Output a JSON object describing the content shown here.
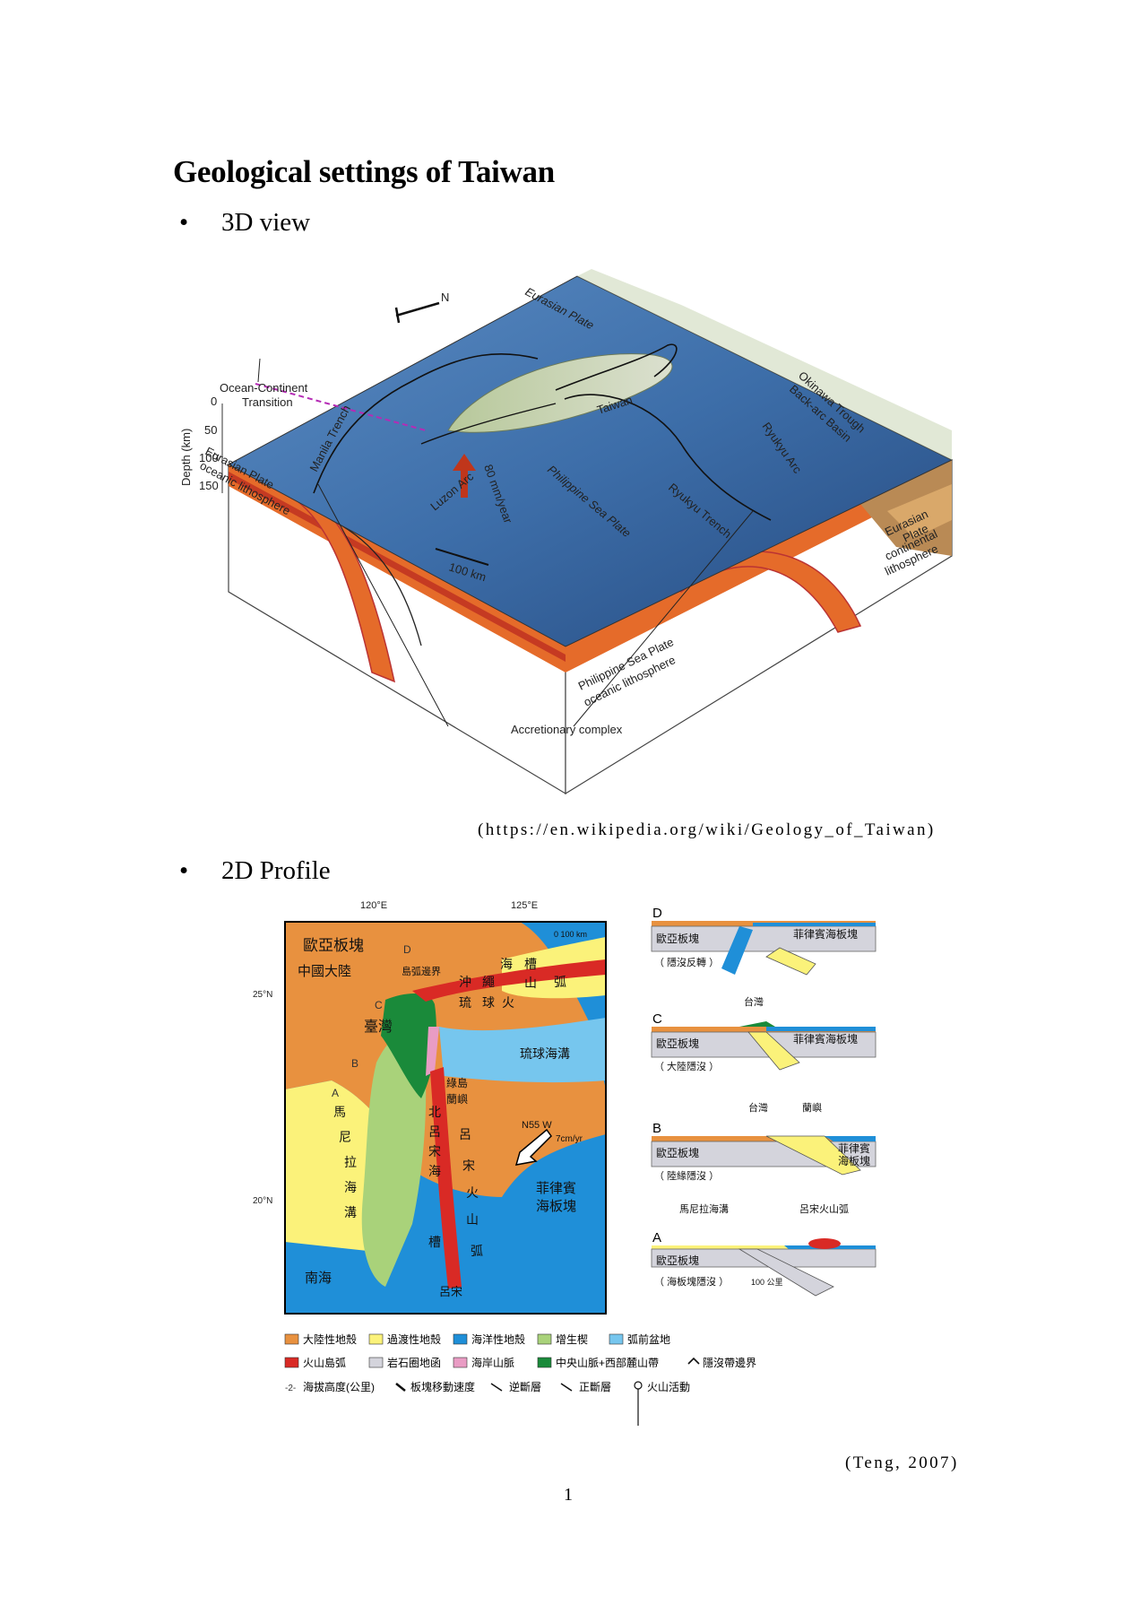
{
  "page": {
    "title": "Geological settings of Taiwan",
    "bullet1": "3D view",
    "bullet2": "2D Profile",
    "caption1": "(https://en.wikipedia.org/wiki/Geology_of_Taiwan)",
    "caption2": "(Teng, 2007)",
    "page_number": "1"
  },
  "fig3d": {
    "ocean_continent": [
      "Ocean-Continent",
      "Transition"
    ],
    "depth_label": "Depth (km)",
    "depth_ticks": [
      "0",
      "50",
      "100",
      "150"
    ],
    "eurasian_plate": "Eurasian Plate",
    "taiwan": "Taiwan",
    "manila_trench": "Manila Trench",
    "luzon_arc": "Luzon Arc",
    "rate": "80 mm/year",
    "phil_sea_plate": "Philippine Sea Plate",
    "ryukyu_trench": "Ryukyu Trench",
    "ryukyu_arc": "Ryukyu Arc",
    "okinawa": [
      "Okinawa Trough",
      "Back-arc Basin"
    ],
    "scale": "100 km",
    "eur_oceanic": [
      "Eurasian Plate",
      "oceanic lithosphere"
    ],
    "phil_oceanic": [
      "Philippine Sea Plate",
      "oceanic lithosphere"
    ],
    "eur_continental": [
      "Eurasian",
      "Plate",
      "continental",
      "lithosphere"
    ],
    "accretionary": "Accretionary complex",
    "north": "N"
  },
  "fig2d": {
    "lon1": "120°E",
    "lon2": "125°E",
    "lat1": "25°N",
    "lat2": "20°N",
    "map_scale": "0   100 km",
    "eurasian_block": "歐亞板塊",
    "china": "中國大陸",
    "arc_boundary": "島弧邊界",
    "taiwan": "臺灣",
    "okinawa_trough": [
      "沖",
      "繩",
      "海",
      "槽"
    ],
    "ryukyu_arc": [
      "琉",
      "球",
      "火",
      "山",
      "弧"
    ],
    "ryukyu_trench": "琉球海溝",
    "green_island": "綠島",
    "orchid_island": "蘭嶼",
    "north_luzon_trough": [
      "北",
      "呂",
      "宋",
      "海",
      "槽"
    ],
    "luzon_arc": [
      "呂",
      "宋",
      "火",
      "山",
      "弧"
    ],
    "manila_trench": [
      "馬",
      "尼",
      "拉",
      "海",
      "溝"
    ],
    "philippine_block": [
      "菲律賓",
      "海板塊"
    ],
    "south_sea": "南海",
    "luzon": "呂宋",
    "motion": "N55 W",
    "motion_rate": "7cm/yr",
    "profiles": [
      "A",
      "B",
      "C",
      "D"
    ],
    "sec_d": {
      "letter": "D",
      "left": "歐亞板塊",
      "right": "菲律賓海板塊",
      "note": "（ 隱沒反轉 ）"
    },
    "sec_c": {
      "letter": "C",
      "top": "台灣",
      "left": "歐亞板塊",
      "right": "菲律賓海板塊",
      "note": "（ 大陸隱沒 ）"
    },
    "sec_b": {
      "letter": "B",
      "top1": "台灣",
      "top2": "蘭嶼",
      "left": "歐亞板塊",
      "right": [
        "菲律賓",
        "海板塊"
      ],
      "note": "（ 陸緣隱沒 ）"
    },
    "sec_a": {
      "letter": "A",
      "top1": "馬尼拉海溝",
      "top2": "呂宋火山弧",
      "left": "歐亞板塊",
      "note": "（ 海板塊隱沒 ）",
      "scale": "100 公里"
    },
    "legend": [
      {
        "color": "#e8913f",
        "label": "大陸性地殼"
      },
      {
        "color": "#fbf27a",
        "label": "過渡性地殼"
      },
      {
        "color": "#1f8fd8",
        "label": "海洋性地殼"
      },
      {
        "color": "#a9d27a",
        "label": "增生楔"
      },
      {
        "color": "#76c6ee",
        "label": "弧前盆地"
      },
      {
        "color": "#d92a25",
        "label": "火山島弧"
      },
      {
        "color": "#d4d4dc",
        "label": "岩石圈地函"
      },
      {
        "color": "#e99cc4",
        "label": "海岸山脈"
      },
      {
        "color": "#1a8a3a",
        "label": "中央山脈+西部麓山帶"
      }
    ],
    "legend_extra": [
      "隱沒帶邊界",
      "海拔高度(公里)",
      "板塊移動速度",
      "逆斷層",
      "正斷層",
      "火山活動"
    ]
  }
}
